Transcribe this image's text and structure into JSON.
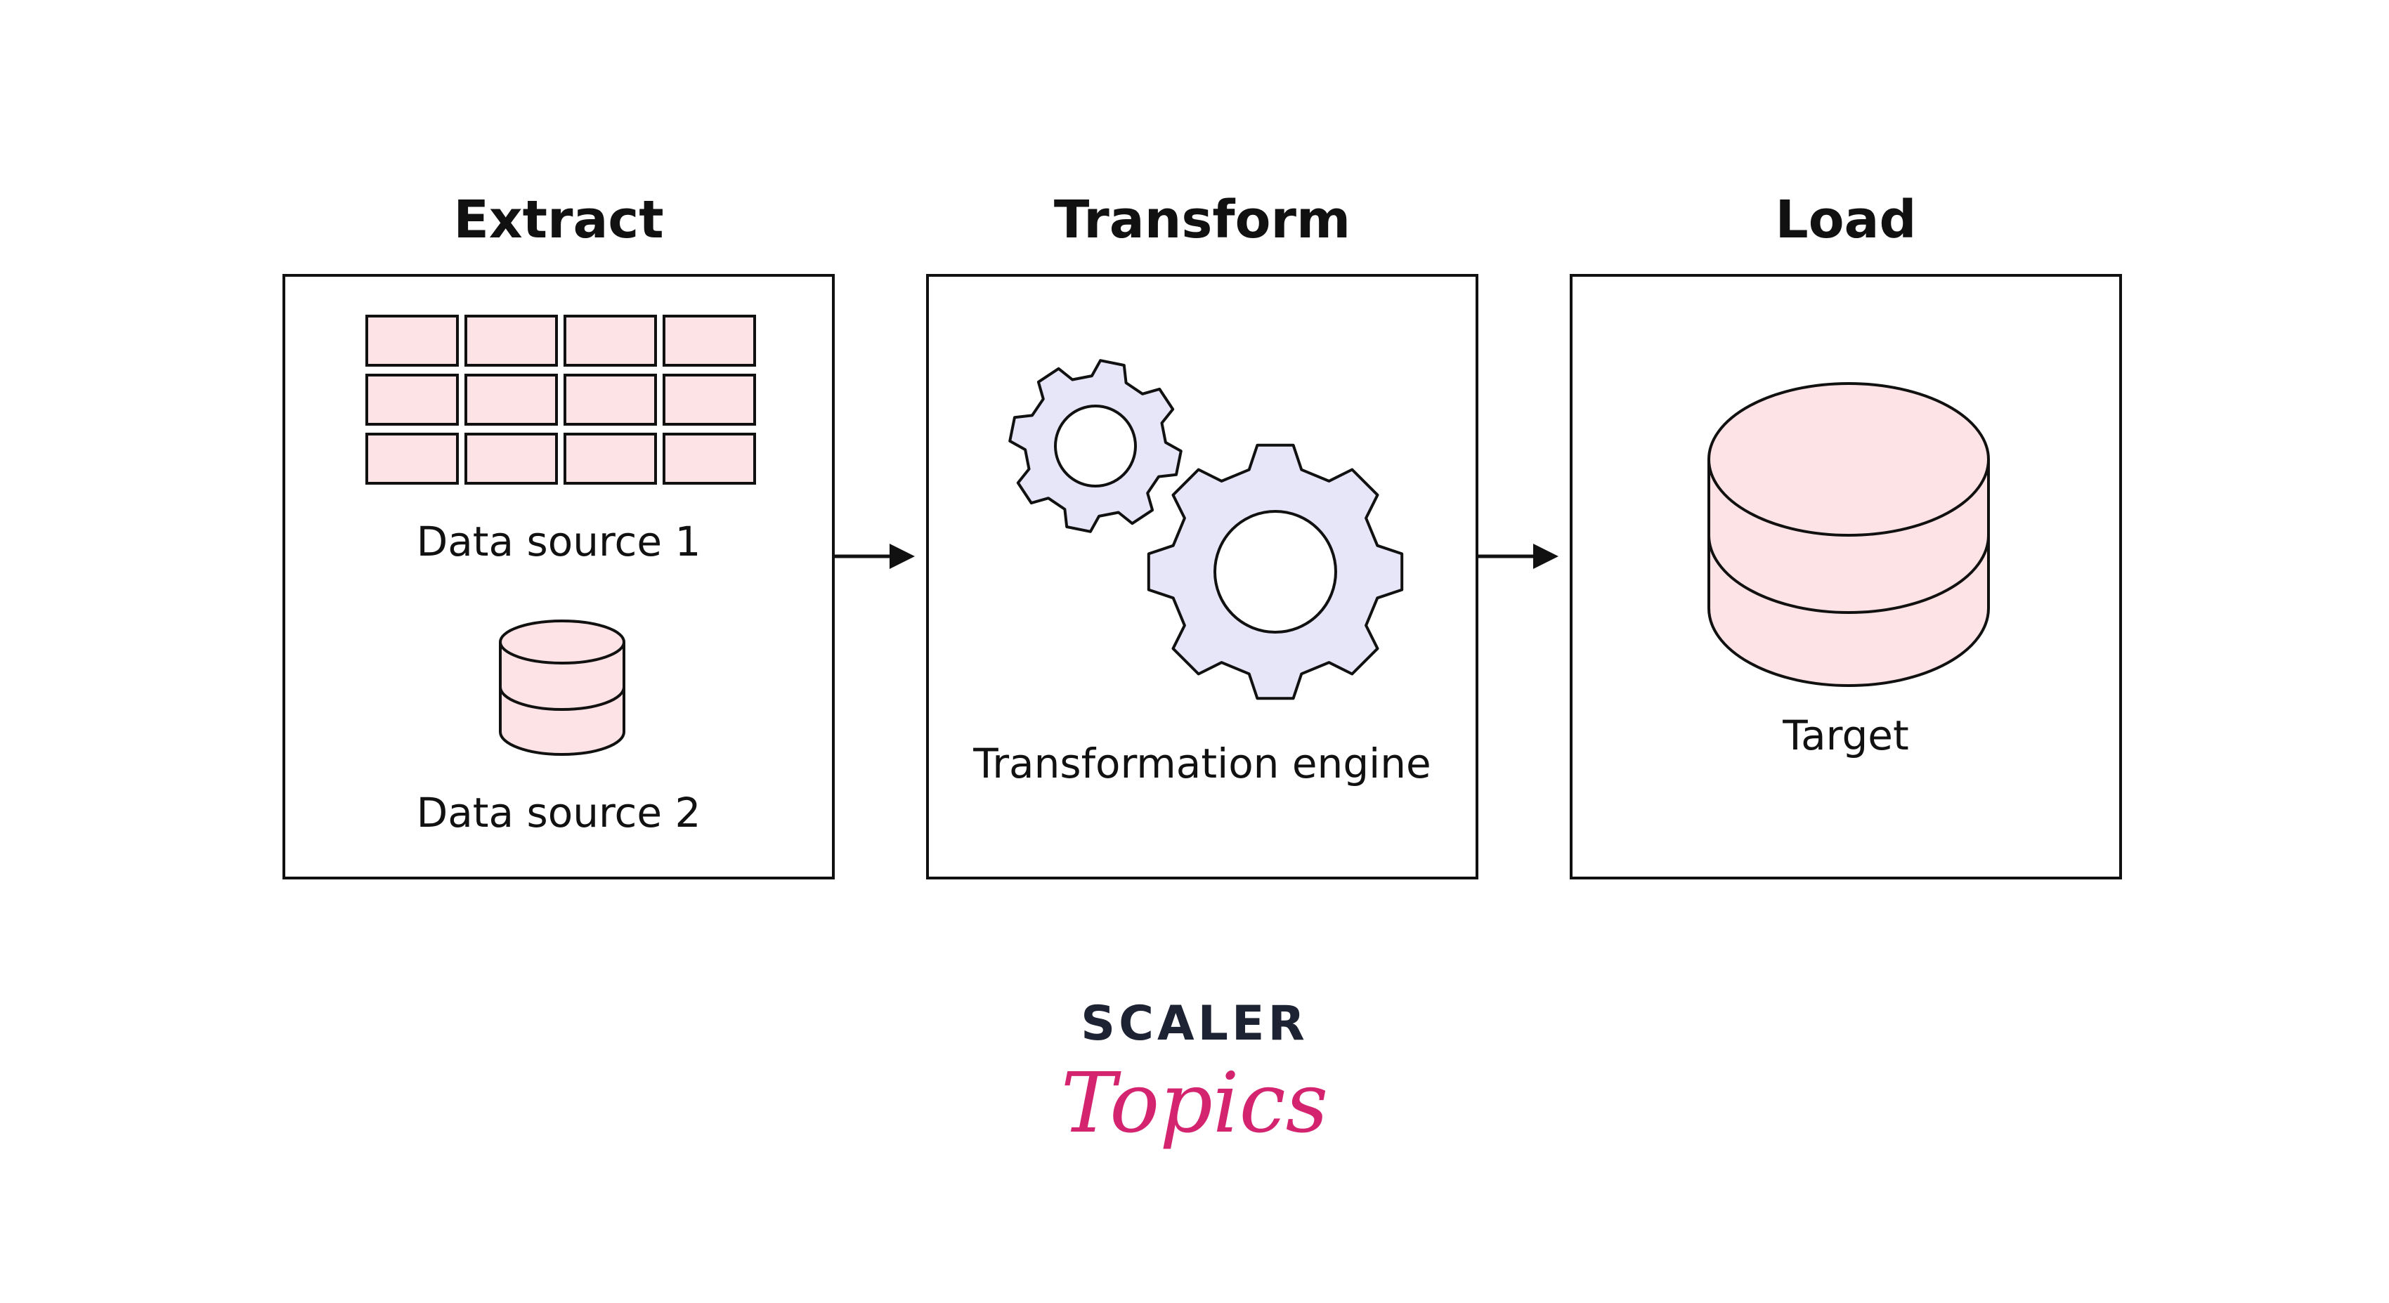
{
  "stages": {
    "extract": {
      "title": "Extract",
      "source1_label": "Data source 1",
      "source2_label": "Data source 2"
    },
    "transform": {
      "title": "Transform",
      "engine_label": "Transformation engine"
    },
    "load": {
      "title": "Load",
      "target_label": "Target"
    }
  },
  "icons": {
    "table": "table-grid-icon",
    "database_small": "database-icon",
    "gears": "gears-icon",
    "database_large": "database-icon",
    "arrow": "arrow-right-icon"
  },
  "colors": {
    "pink_fill": "#fde3e5",
    "lavender_fill": "#e7e6f8",
    "stroke": "#111111",
    "logo_dark": "#1e2333",
    "logo_pink": "#d4246f"
  },
  "logo": {
    "line1": "SCALER",
    "line2": "Topics"
  }
}
